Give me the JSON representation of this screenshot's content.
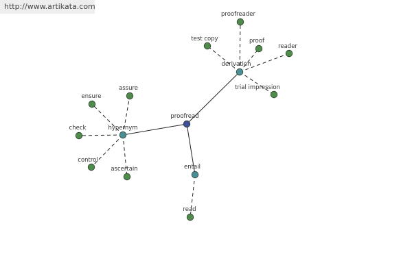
{
  "watermark": {
    "url": "http://www.artikata.com"
  },
  "colors": {
    "background": "#ffffff",
    "edge": "#222222",
    "node_leaf": "#4f8b4a",
    "node_relation": "#4a8f98",
    "node_root": "#3d4f9a",
    "node_stroke": "#2a3a2a",
    "label": "#333333"
  },
  "graph": {
    "root": "proofread",
    "nodes": [
      {
        "id": "proofread",
        "label": "proofread",
        "kind": "root"
      },
      {
        "id": "derivation",
        "label": "derivation",
        "kind": "relation"
      },
      {
        "id": "hypernym",
        "label": "hypernym",
        "kind": "relation"
      },
      {
        "id": "entail",
        "label": "entail",
        "kind": "relation"
      },
      {
        "id": "proofreader",
        "label": "proofreader",
        "kind": "leaf"
      },
      {
        "id": "test-copy",
        "label": "test copy",
        "kind": "leaf"
      },
      {
        "id": "proof",
        "label": "proof",
        "kind": "leaf"
      },
      {
        "id": "reader",
        "label": "reader",
        "kind": "leaf"
      },
      {
        "id": "trial-impression",
        "label": "trial impression",
        "kind": "leaf"
      },
      {
        "id": "ensure",
        "label": "ensure",
        "kind": "leaf"
      },
      {
        "id": "assure",
        "label": "assure",
        "kind": "leaf"
      },
      {
        "id": "check",
        "label": "check",
        "kind": "leaf"
      },
      {
        "id": "control",
        "label": "control",
        "kind": "leaf"
      },
      {
        "id": "ascertain",
        "label": "ascertain",
        "kind": "leaf"
      },
      {
        "id": "read",
        "label": "read",
        "kind": "leaf"
      }
    ],
    "edges": [
      {
        "from": "proofread",
        "to": "derivation",
        "style": "solid"
      },
      {
        "from": "proofread",
        "to": "hypernym",
        "style": "solid"
      },
      {
        "from": "proofread",
        "to": "entail",
        "style": "solid"
      },
      {
        "from": "derivation",
        "to": "proofreader",
        "style": "dashed"
      },
      {
        "from": "derivation",
        "to": "test-copy",
        "style": "dashed"
      },
      {
        "from": "derivation",
        "to": "proof",
        "style": "dashed"
      },
      {
        "from": "derivation",
        "to": "reader",
        "style": "dashed"
      },
      {
        "from": "derivation",
        "to": "trial-impression",
        "style": "dashed"
      },
      {
        "from": "hypernym",
        "to": "ensure",
        "style": "dashed"
      },
      {
        "from": "hypernym",
        "to": "assure",
        "style": "dashed"
      },
      {
        "from": "hypernym",
        "to": "check",
        "style": "dashed"
      },
      {
        "from": "hypernym",
        "to": "control",
        "style": "dashed"
      },
      {
        "from": "hypernym",
        "to": "ascertain",
        "style": "dashed"
      },
      {
        "from": "entail",
        "to": "read",
        "style": "dashed"
      }
    ]
  }
}
